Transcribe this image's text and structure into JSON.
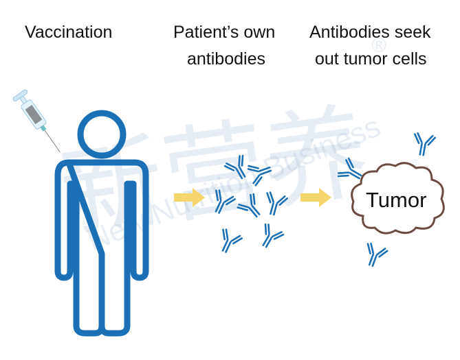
{
  "labels": {
    "vaccination": "Vaccination",
    "own_antibodies_line1": "Patient’s own",
    "own_antibodies_line2": "antibodies",
    "seek_line1": "Antibodies seek",
    "seek_line2": "out tumor cells",
    "tumor": "Tumor"
  },
  "watermark": {
    "chinese": "新营养",
    "english": "New Nutrition Business",
    "mark": "®"
  },
  "colors": {
    "person": "#1a6fb5",
    "antibody": "#1a6fb5",
    "arrow": "#f5d66b",
    "tumor_outline": "#6b4a40"
  }
}
